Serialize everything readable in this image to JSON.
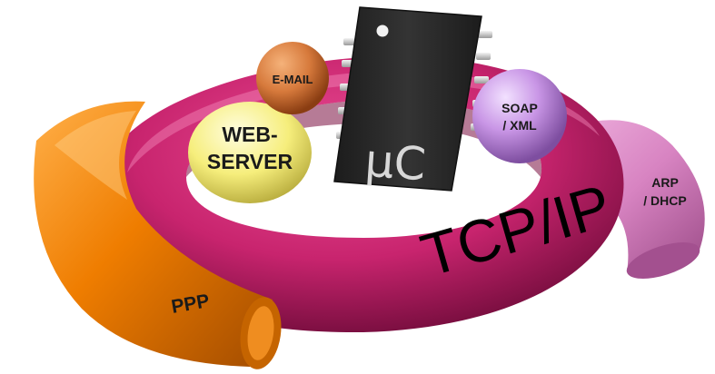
{
  "diagram": {
    "ring_label": "TCP/IP",
    "chip_label": "µC",
    "protocols": {
      "ppp": "PPP",
      "arp_line1": "ARP",
      "arp_line2": "/ DHCP",
      "soap_line1": "SOAP",
      "soap_line2": "/ XML",
      "email": "E-MAIL",
      "web_line1": "WEB-",
      "web_line2": "SERVER"
    },
    "colors": {
      "ring": "#c8246e",
      "ppp": "#ef7d00",
      "arp_tube": "#d884c2",
      "soap_ball": "#c996e6",
      "email_ball": "#d77a3c",
      "web_ball": "#f6ee7c",
      "chip": "#2b2b2b"
    }
  }
}
